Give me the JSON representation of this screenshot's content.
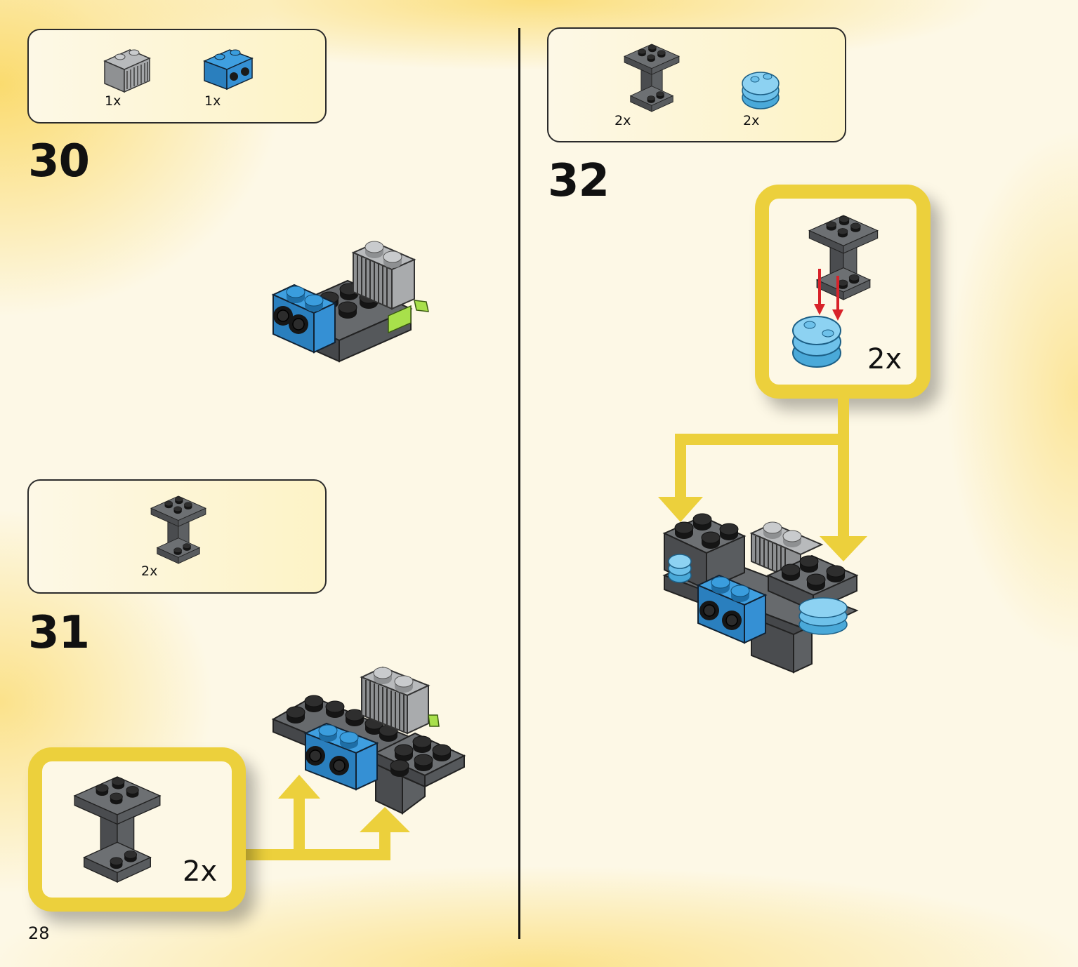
{
  "page": {
    "number": "28"
  },
  "steps": [
    {
      "number": "30",
      "parts": [
        {
          "icon": "gray-grille-brick-icon",
          "count": "1x"
        },
        {
          "icon": "blue-brick-with-studs-icon",
          "count": "1x"
        }
      ]
    },
    {
      "number": "31",
      "parts": [
        {
          "icon": "dark-gray-bracket-icon",
          "count": "2x"
        }
      ],
      "callout_count": "2x"
    },
    {
      "number": "32",
      "parts": [
        {
          "icon": "dark-gray-bracket-icon",
          "count": "2x"
        },
        {
          "icon": "light-blue-round-plate-icon",
          "count": "2x"
        }
      ],
      "callout_count": "2x"
    }
  ],
  "colors": {
    "callout_yellow": "#ecd03c",
    "dark_gray": "#55585b",
    "stud_black": "#222222",
    "medium_blue": "#2f8fd0",
    "light_blue": "#6ec1ea",
    "light_gray": "#b7b9bb",
    "lime": "#a8e04b",
    "arrow_red": "#d8232a"
  }
}
